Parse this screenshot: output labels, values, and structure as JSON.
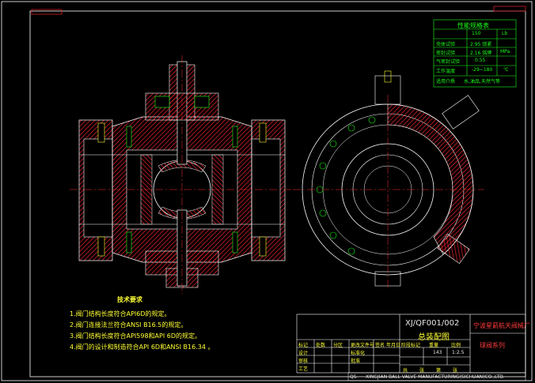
{
  "colors": {
    "background": "#000000",
    "frame": "#ffffff",
    "hatch": "#d2202a",
    "centerline": "#ff3030",
    "green": "#19ff19",
    "yellow": "#ffff33",
    "cyan": "#40e0ff",
    "magenta": "#ff40ff"
  },
  "spec_table": {
    "title": "性能规格表",
    "rows": [
      {
        "label": "",
        "value": "150",
        "unit": "Lb"
      },
      {
        "label": "壳体试验",
        "value": "2.95 锁紧",
        "unit": ""
      },
      {
        "label": "密封试验",
        "value": "2.16 铭牌",
        "unit": "MPa"
      },
      {
        "label": "气密封试验",
        "value": "0.55",
        "unit": ""
      },
      {
        "label": "工作温度",
        "value": "-29~180",
        "unit": "℃"
      },
      {
        "label": "适用介质",
        "value": "水,油品,天然气等",
        "unit": ""
      }
    ]
  },
  "tech_requirements": {
    "title": "技术要求",
    "items": [
      "1.阀门结构长度符合API6D的规定。",
      "2.阀门连接法兰符合ANSI B16.5的规定。",
      "3.阀门结构长度符合API598和API 6D的规定。",
      "4.阀门的设计和制造符合API 6D和ANSI B16.34 。"
    ]
  },
  "title_block": {
    "drawing_number": "XJ/QF001/002",
    "drawing_name": "总装配图",
    "company": "宁波星箭航天阀械厂",
    "series": "球阀系列",
    "scale": "1:2.5",
    "quantity": "143",
    "header_labels": [
      "标记",
      "处数",
      "分区",
      "更改文件号",
      "签名",
      "年月日"
    ],
    "sign_labels": [
      "设计",
      "审核",
      "工艺",
      "批准",
      "标准化"
    ],
    "col_labels": [
      "阶段标记",
      "重量",
      "比例"
    ],
    "sheet_labels": [
      "共",
      "张",
      "第",
      "张"
    ]
  },
  "footer_company": "XINGJIAN BALL VALVE MANUFACTURING(SICHUAN)CO.,LTD.",
  "footer_left": "QS-"
}
